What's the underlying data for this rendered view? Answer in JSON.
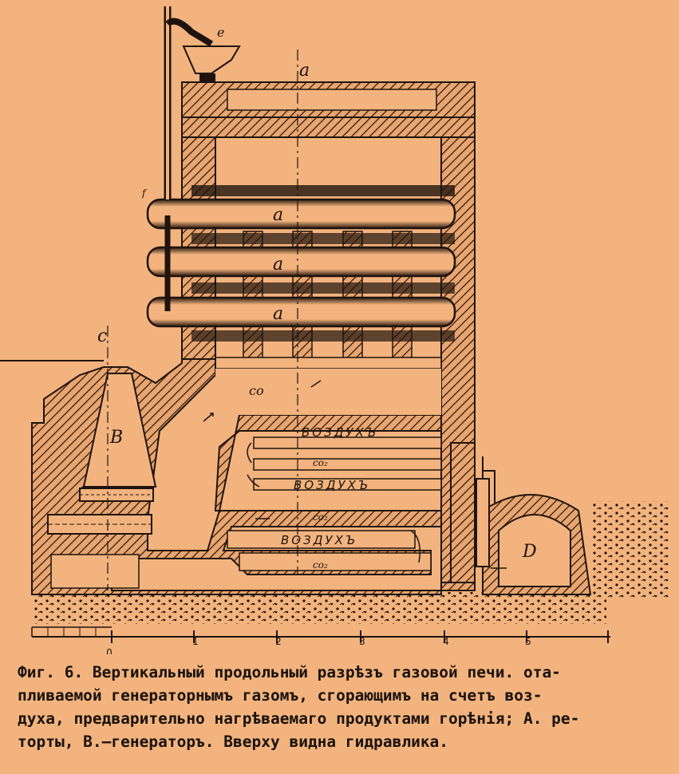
{
  "figure": {
    "labels": {
      "pipe_top": "a",
      "section_left": "c",
      "retort_1": "a",
      "retort_2": "a",
      "retort_3": "a",
      "generator": "B",
      "gas_chamber": "co",
      "hydraulic": "e",
      "valve": "f",
      "chamber_d": "D",
      "air_1": "ВОЗДУХЪ",
      "air_2": "ВОЗДУХЪ",
      "air_3": "ВОЗДУХЪ",
      "co2_1": "co₂",
      "co2_2": "co₂",
      "co2_3": "co₂"
    },
    "scale_ticks": [
      "0",
      "1",
      "2",
      "3",
      "4",
      "5"
    ]
  },
  "caption": {
    "lines": [
      "Фиг. 6. Вертикальный продольный разрѣзъ газовой печи. ота-",
      "пливаемой генераторнымъ газомъ, сгорающимъ на счетъ воз-",
      "духа, предварительно нагрѣваемаго продуктами горѣнія; А. ре-",
      "торты, B.—генераторъ. Вверху видна гидравлика."
    ]
  }
}
